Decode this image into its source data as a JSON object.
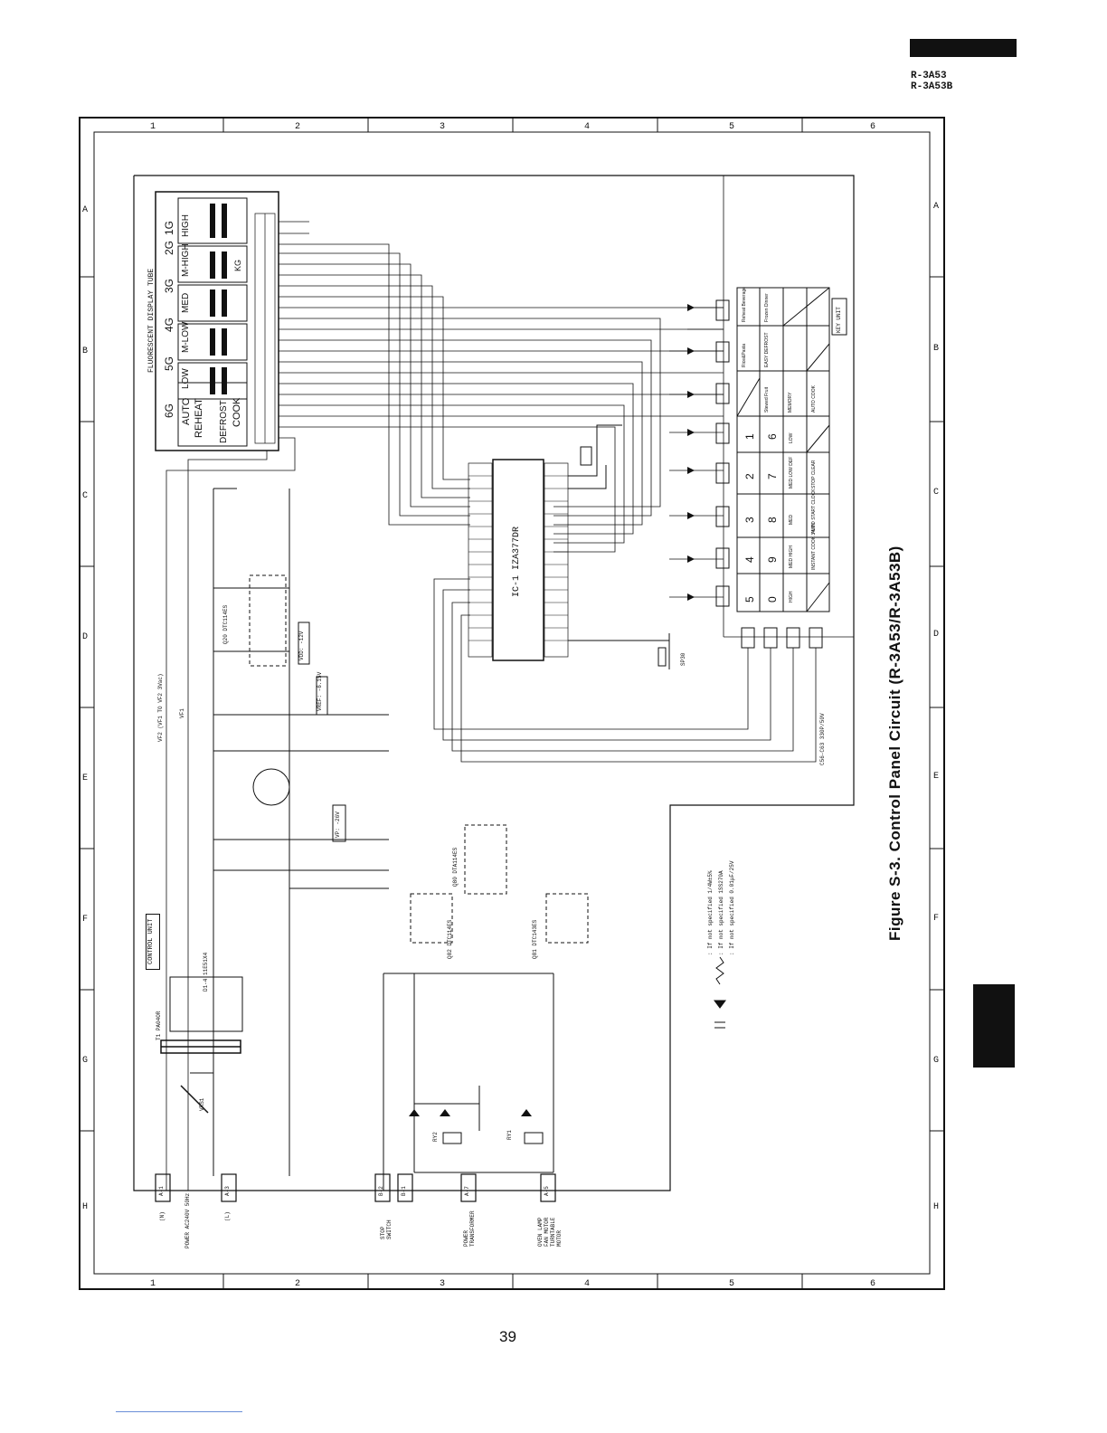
{
  "header": {
    "models": [
      "R-3A53",
      "R-3A53B"
    ]
  },
  "caption": "Figure S-3. Control Panel Circuit (R-3A53/R-3A53B)",
  "page_number": "39",
  "grid": {
    "columns": [
      "1",
      "2",
      "3",
      "4",
      "5",
      "6"
    ],
    "rows": [
      "A",
      "B",
      "C",
      "D",
      "E",
      "F",
      "G",
      "H"
    ]
  },
  "display": {
    "title": "FLUORESCENT DISPLAY TUBE",
    "grids": [
      "6G",
      "5G",
      "4G",
      "3G",
      "2G",
      "1G"
    ],
    "legends": [
      "AUTO",
      "REHEAT",
      "DEFROST",
      "COOK",
      "LOW",
      "M-LOW",
      "MED",
      "M-HIGH",
      "HIGH",
      "KG"
    ]
  },
  "ic": {
    "label": "IC-1 IZA377DR"
  },
  "key_unit": {
    "label": "KEY UNIT",
    "keys": [
      "Reheat Beverage",
      "Frozen Dinner",
      "Rice&Pasta",
      "EASY DEFROST",
      "Stewed Fruit",
      "MEMORY",
      "AUTO COOK",
      "1",
      "6",
      "LOW",
      "2",
      "7",
      "MED LOW DEF",
      "STOP CLEAR",
      "3",
      "8",
      "MED",
      "AUTO START CLOCK",
      "4",
      "9",
      "MED HIGH",
      "INSTANT COOK 3 MIN",
      "5",
      "0",
      "HIGH"
    ]
  },
  "control_unit": {
    "label": "CONTROL UNIT"
  },
  "connectors": {
    "power": [
      "A-1",
      "A-3"
    ],
    "stop_switch": [
      "B-2",
      "B-1"
    ],
    "transformer": "A-7",
    "oven_lamp": "A-5"
  },
  "bottom_labels": {
    "n": "(N)",
    "power": "POWER AC240V 50Hz",
    "l": "(L)",
    "stop_switch": "STOP SWITCH",
    "power_transformer": "POWER TRANSFORMER",
    "oven_lamp": "OVEN LAMP FAN MOTOR TURNTABLE MOTOR"
  },
  "notes": [
    ": If not specified 1/4W±5%",
    ": If not specified 1SS270A",
    ": If not specified 0.01μF/25V"
  ],
  "components": {
    "transformer": "T1 PA04OR",
    "diodes_bridge": "D1-4 11E51X4",
    "vrs": "VRS1",
    "rl": "RY1",
    "rl2": "RY2",
    "q80": "Q80 DTA114ES",
    "q81": "Q81 DTC143ES",
    "q82": "Q82 DTC114ES",
    "q20": "Q20 DTC114ES",
    "buzzer": "SP30",
    "vdd": "VDD: -12V",
    "vref": "VREF: -6.15V",
    "vp": "VP: -26V",
    "vf": "VF2 (VF1 TO VF2 3Vac)",
    "vf1": "VF1",
    "cap": "C56-C63 330P/50V"
  }
}
